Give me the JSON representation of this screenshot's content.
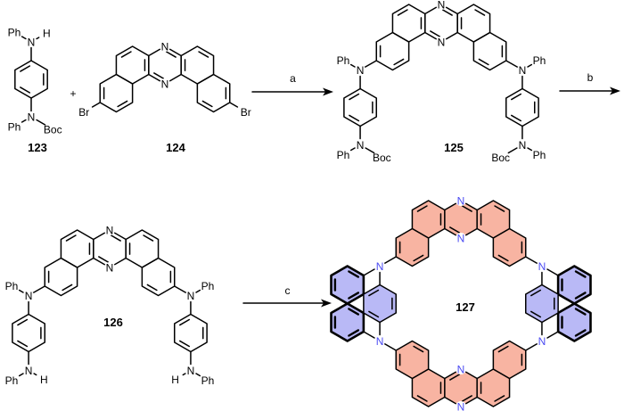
{
  "scheme": {
    "compounds": {
      "c123": "123",
      "c124": "124",
      "c125": "125",
      "c126": "126",
      "c127": "127"
    },
    "steps": {
      "a": "a",
      "b": "b",
      "c": "c"
    },
    "atoms": {
      "N": "N",
      "Ph": "Ph",
      "H": "H",
      "Boc": "Boc",
      "Br": "Br"
    },
    "plus": "+"
  },
  "colors": {
    "phenazine_fill": "#f8b4a2",
    "aryl_fill": "#b9b9f6",
    "nitrogen_label": "#4b4bf2",
    "bond": "#000000"
  }
}
